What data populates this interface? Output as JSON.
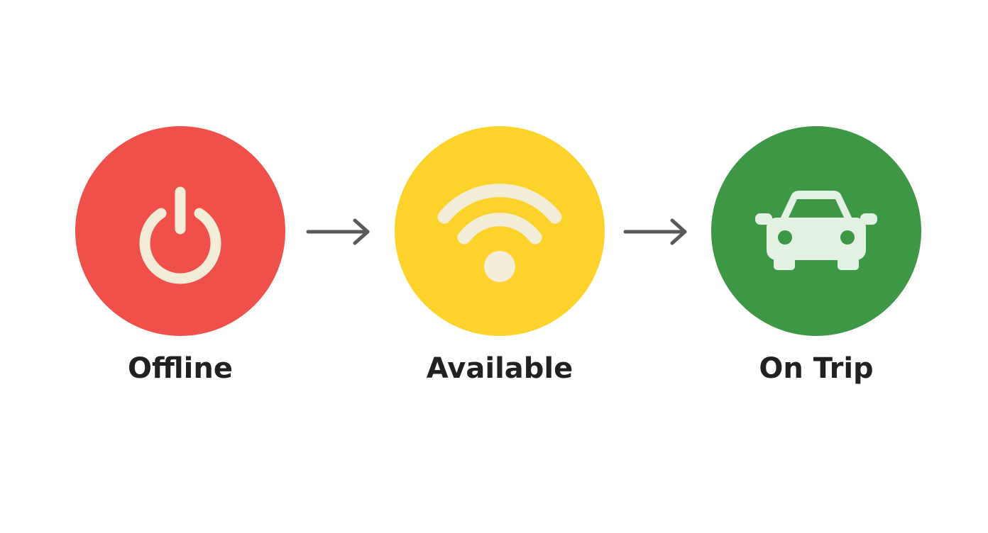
{
  "flow": {
    "states": [
      {
        "key": "offline",
        "label": "Offline",
        "icon": "power-icon",
        "color": "#f0504a"
      },
      {
        "key": "available",
        "label": "Available",
        "icon": "wifi-icon",
        "color": "#fdd22b"
      },
      {
        "key": "ontrip",
        "label": "On Trip",
        "icon": "car-icon",
        "color": "#3d9745"
      }
    ],
    "icon_color": "#f3ecd6",
    "car_icon_color": "#e3f1e3",
    "arrow_color": "#5a5a5a"
  }
}
